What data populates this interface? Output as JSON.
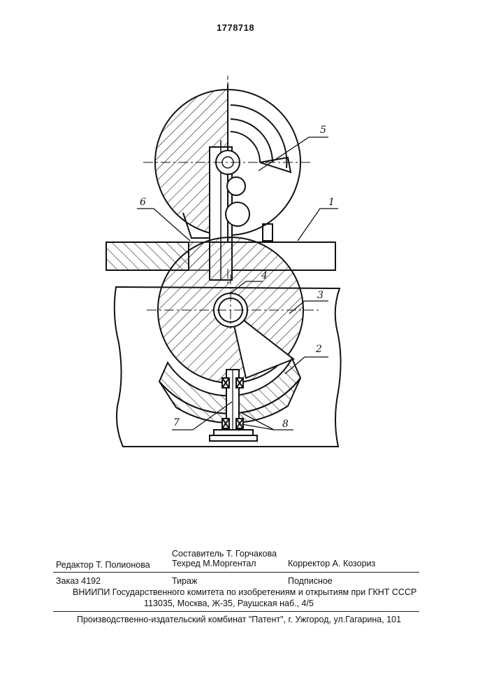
{
  "patent_number": "1778718",
  "figure_labels": {
    "l1": "1",
    "l2": "2",
    "l3": "3",
    "l4": "4",
    "l5": "5",
    "l6": "6",
    "l7": "7",
    "l8": "8"
  },
  "credits": {
    "compiler": "Составитель Т. Горчакова",
    "editor": "Редактор Т. Полионова",
    "techred": "Техред М.Моргентал",
    "corrector": "Корректор  А. Козориз",
    "order": "Заказ 4192",
    "circulation": "Тираж",
    "subscription": "Подписное",
    "institute": "ВНИИПИ Государственного комитета по изобретениям и открытиям при ГКНТ СССР",
    "address": "113035, Москва, Ж-35, Раушская наб., 4/5",
    "publisher": "Производственно-издательский комбинат \"Патент\", г. Ужгород, ул.Гагарина, 101"
  }
}
